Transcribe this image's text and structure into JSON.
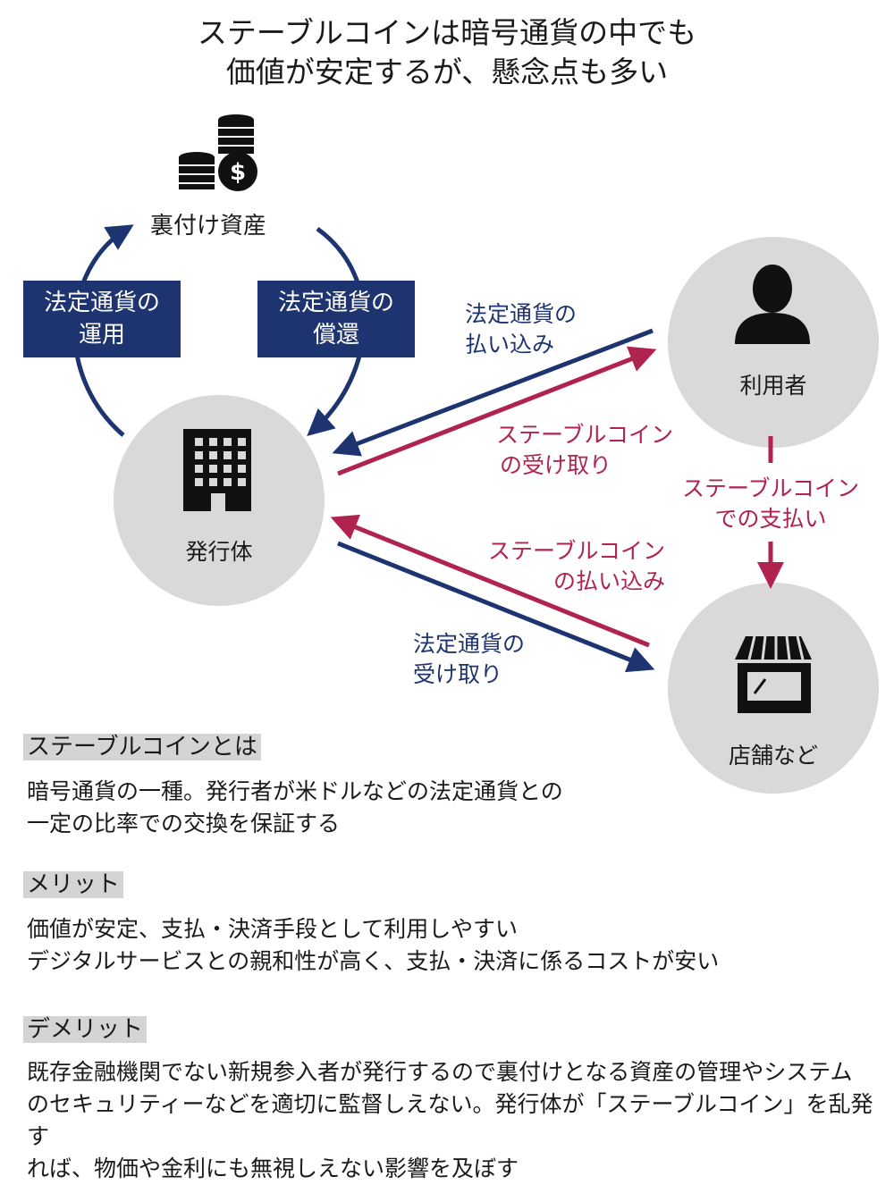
{
  "title": {
    "line1": "ステーブルコインは暗号通貨の中でも",
    "line2": "価値が安定するが、懸念点も多い"
  },
  "colors": {
    "navy": "#1e3470",
    "crimson": "#b0234f",
    "circle_gray": "#d9d9d9",
    "section_gray": "#d4d4d4"
  },
  "nodes": {
    "reserve": {
      "label": "裏付け資産",
      "icon": "coins-dollar-icon"
    },
    "issuer": {
      "label": "発行体",
      "icon": "building-icon"
    },
    "user": {
      "label": "利用者",
      "icon": "person-icon"
    },
    "store": {
      "label": "店舗など",
      "icon": "storefront-icon"
    }
  },
  "boxes": {
    "invest": {
      "line1": "法定通貨の",
      "line2": "運用"
    },
    "redeem": {
      "line1": "法定通貨の",
      "line2": "償還"
    }
  },
  "flows": {
    "user_pay_fiat": {
      "line1": "法定通貨の",
      "line2": "払い込み"
    },
    "user_receive_coin": {
      "line1": "ステーブルコイン",
      "line2": "の受け取り"
    },
    "user_to_store": {
      "line1": "ステーブルコイン",
      "line2": "での支払い"
    },
    "store_pay_coin": {
      "line1": "ステーブルコイン",
      "line2": "の払い込み"
    },
    "store_receive_fiat": {
      "line1": "法定通貨の",
      "line2": "受け取り"
    }
  },
  "sections": [
    {
      "heading": "ステーブルコインとは",
      "lines": [
        "暗号通貨の一種。発行者が米ドルなどの法定通貨との",
        "一定の比率での交換を保証する"
      ]
    },
    {
      "heading": "メリット",
      "lines": [
        "価値が安定、支払・決済手段として利用しやすい",
        "デジタルサービスとの親和性が高く、支払・決済に係るコストが安い"
      ]
    },
    {
      "heading": "デメリット",
      "lines": [
        "既存金融機関でない新規参入者が発行するので裏付けとなる資産の管理やシステム",
        "のセキュリティーなどを適切に監督しえない。発行体が「ステーブルコイン」を乱発す",
        "れば、物価や金利にも無視しえない影響を及ぼす"
      ]
    }
  ]
}
